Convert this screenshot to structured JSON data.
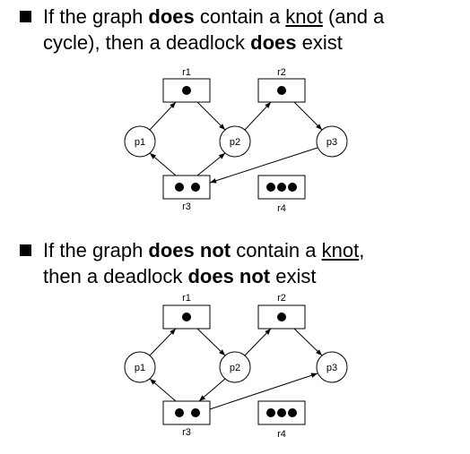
{
  "statements": [
    {
      "parts": [
        {
          "text": "If the graph ",
          "style": "normal"
        },
        {
          "text": "does",
          "style": "bold"
        },
        {
          "text": " contain a ",
          "style": "normal"
        },
        {
          "text": "knot",
          "style": "underline"
        },
        {
          "text": " (and a",
          "style": "normal"
        },
        {
          "text": "cycle), then a deadlock ",
          "style": "normal"
        },
        {
          "text": "does",
          "style": "bold"
        },
        {
          "text": " exist",
          "style": "normal"
        }
      ]
    },
    {
      "parts": [
        {
          "text": "If the graph ",
          "style": "normal"
        },
        {
          "text": "does not",
          "style": "bold"
        },
        {
          "text": " contain a ",
          "style": "normal"
        },
        {
          "text": "knot",
          "style": "underline"
        },
        {
          "text": ",",
          "style": "normal"
        },
        {
          "text": "then a deadlock ",
          "style": "normal"
        },
        {
          "text": "does not",
          "style": "bold"
        },
        {
          "text": " exist",
          "style": "normal"
        }
      ]
    }
  ],
  "graph_labels": {
    "r1": "r1",
    "r2": "r2",
    "r3": "r3",
    "r4": "r4",
    "p1": "p1",
    "p2": "p2",
    "p3": "p3"
  },
  "colors": {
    "ink": "#000000",
    "background": "#ffffff"
  }
}
